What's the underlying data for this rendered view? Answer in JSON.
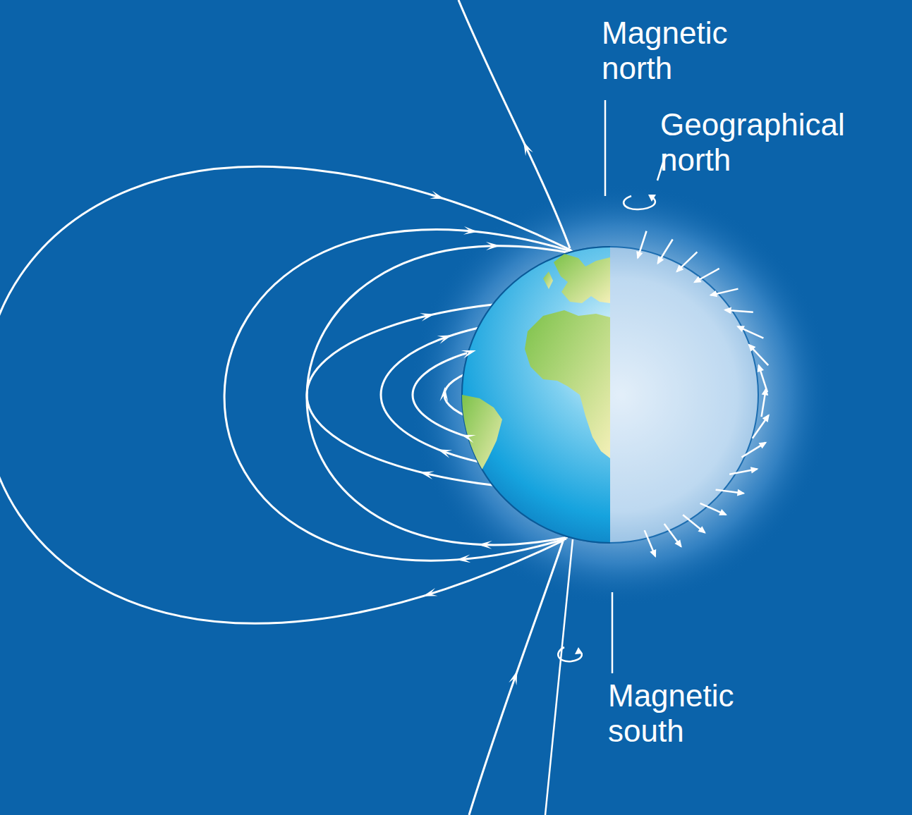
{
  "diagram": {
    "labels": [
      "Magnetic north",
      "Geographical north",
      "Magnetic south"
    ]
  }
}
